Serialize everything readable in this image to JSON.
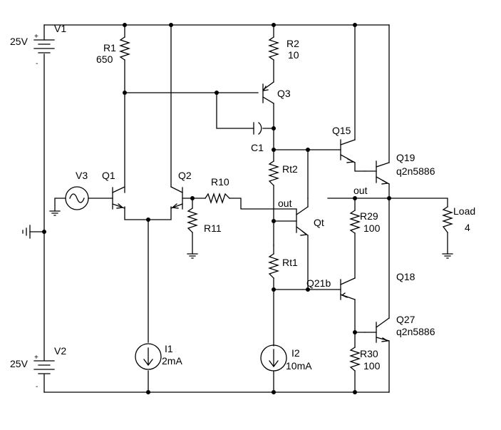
{
  "components": {
    "v1": {
      "name": "V1",
      "value": "25V",
      "plus": "+",
      "minus": "-"
    },
    "v2": {
      "name": "V2",
      "value": "25V",
      "plus": "+",
      "minus": "-"
    },
    "v3": {
      "name": "V3"
    },
    "r1": {
      "name": "R1",
      "value": "650"
    },
    "r2": {
      "name": "R2",
      "value": "10"
    },
    "r10": {
      "name": "R10"
    },
    "r11": {
      "name": "R11"
    },
    "rt1": {
      "name": "Rt1"
    },
    "rt2": {
      "name": "Rt2"
    },
    "r29": {
      "name": "R29",
      "value": "100"
    },
    "r30": {
      "name": "R30",
      "value": "100"
    },
    "c1": {
      "name": "C1"
    },
    "q1": {
      "name": "Q1"
    },
    "q2": {
      "name": "Q2"
    },
    "q3": {
      "name": "Q3"
    },
    "qt": {
      "name": "Qt"
    },
    "q15": {
      "name": "Q15"
    },
    "q18": {
      "name": "Q18"
    },
    "q19": {
      "name": "Q19",
      "model": "q2n5886"
    },
    "q21b": {
      "name": "Q21b"
    },
    "q27": {
      "name": "Q27",
      "model": "q2n5886"
    },
    "i1": {
      "name": "I1",
      "value": "2mA"
    },
    "i2": {
      "name": "I2",
      "value": "10mA"
    },
    "load": {
      "name": "Load",
      "value": "4"
    }
  },
  "nets": {
    "out_a": "out",
    "out_b": "out"
  }
}
